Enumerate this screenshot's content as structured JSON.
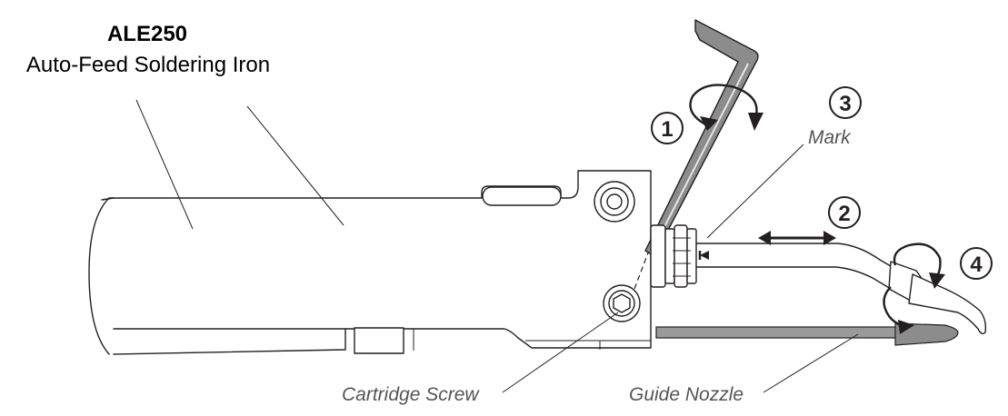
{
  "title": {
    "model": "ALE250",
    "subtitle": "Auto-Feed Soldering Iron"
  },
  "callouts": {
    "mark": "Mark",
    "cartridge_screw": "Cartridge Screw",
    "guide_nozzle": "Guide Nozzle"
  },
  "steps": [
    "1",
    "2",
    "3",
    "4"
  ],
  "colors": {
    "line": "#231f20",
    "label": "#555555",
    "guide_nozzle_fill": "#9a9a9a",
    "wrench_fill": "#8c8c8c"
  }
}
